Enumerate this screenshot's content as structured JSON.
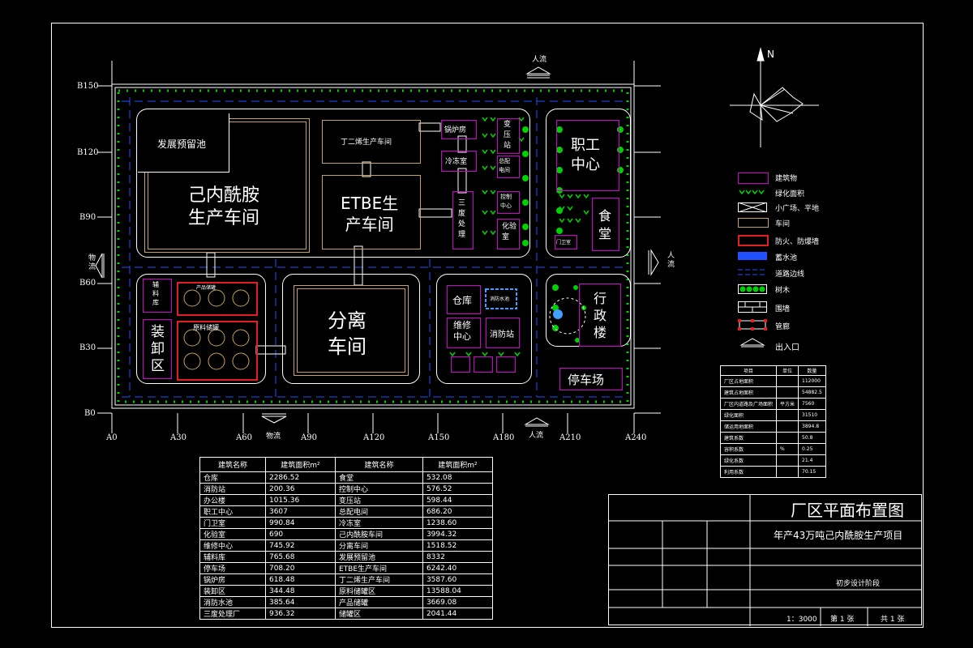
{
  "north": "N",
  "gates": {
    "top": "人流",
    "bottom_left": "物流",
    "bottom_right": "人流",
    "left": "物流",
    "right": "人流"
  },
  "axes": {
    "y": [
      "B150",
      "B120",
      "B90",
      "B60",
      "B30",
      "B0"
    ],
    "x": [
      "A0",
      "A30",
      "A60",
      "A90",
      "A120",
      "A150",
      "A180",
      "A210",
      "A240"
    ]
  },
  "buildings": {
    "reserve_pool": "发展预留池",
    "caprolactam": "己内酰胺\n生产车间",
    "c4_workshop": "丁二烯生产车间",
    "etbe": "ETBE生\n产车间",
    "boiler": "锅炉房",
    "cooling": "冷冻室",
    "substation": "变\n压\n站",
    "distribution": "总配\n电间",
    "control": "控制\n中心",
    "lab": "化验\n室",
    "waste": "三\n废\n处\n理",
    "staff": "职工\n中心",
    "canteen": "食\n堂",
    "guard": "门卫室",
    "loading": "装\n卸\n区",
    "aux_rack": "辅\n料\n库",
    "product_tank": "产品储罐",
    "raw_tank": "原料储罐",
    "separation": "分离\n车间",
    "warehouse": "仓库",
    "repair": "维修\n中心",
    "fire": "消防站",
    "pool": "消防水池",
    "office": "行\n政\n楼",
    "parking": "停车场"
  },
  "legend": [
    {
      "label": "建筑物",
      "kind": "box-magenta"
    },
    {
      "label": "绿化面积",
      "kind": "grass"
    },
    {
      "label": "小广场、平地",
      "kind": "plaza"
    },
    {
      "label": "车间",
      "kind": "box-tan"
    },
    {
      "label": "防火、防爆墙",
      "kind": "box-red"
    },
    {
      "label": "蓄水池",
      "kind": "water"
    },
    {
      "label": "道路边线",
      "kind": "dash-blue"
    },
    {
      "label": "树木",
      "kind": "trees"
    },
    {
      "label": "围墙",
      "kind": "wall"
    },
    {
      "label": "管廊",
      "kind": "pipe"
    },
    {
      "label": "出入口",
      "kind": "gate"
    }
  ],
  "stats_table": {
    "headers": [
      "项目",
      "单位",
      "数量"
    ],
    "rows": [
      [
        "厂区占地面积",
        "",
        "112000"
      ],
      [
        "建筑占地面积",
        "",
        "54882.5"
      ],
      [
        "厂区内道路及广场面积",
        "平方米",
        "7560"
      ],
      [
        "绿化面积",
        "",
        "31510"
      ],
      [
        "储运用地面积",
        "",
        "3894.8"
      ],
      [
        "建筑系数",
        "",
        "50.8"
      ],
      [
        "容积系数",
        "%",
        "0.25"
      ],
      [
        "绿化系数",
        "",
        "21.4"
      ],
      [
        "利用系数",
        "",
        "70.15"
      ]
    ]
  },
  "area_table": {
    "headers": [
      "建筑名称",
      "建筑面积m²",
      "建筑名称",
      "建筑面积m²"
    ],
    "rows": [
      [
        "仓库",
        "2286.52",
        "食堂",
        "532.08"
      ],
      [
        "消防站",
        "200.36",
        "控制中心",
        "576.52"
      ],
      [
        "办公楼",
        "1015.36",
        "变压站",
        "598.44"
      ],
      [
        "职工中心",
        "3607",
        "总配电间",
        "686.20"
      ],
      [
        "门卫室",
        "990.84",
        "冷冻室",
        "1238.60"
      ],
      [
        "化验室",
        "690",
        "己内酰胺车间",
        "3994.32"
      ],
      [
        "维修中心",
        "745.92",
        "分离车间",
        "1518.52"
      ],
      [
        "辅料库",
        "765.68",
        "发展预留池",
        "8332"
      ],
      [
        "停车场",
        "708.20",
        "ETBE生产车间",
        "6242.40"
      ],
      [
        "锅炉房",
        "618.48",
        "丁二烯生产车间",
        "3587.60"
      ],
      [
        "装卸区",
        "344.48",
        "原料储罐区",
        "13588.04"
      ],
      [
        "消防水池",
        "385.64",
        "产品储罐",
        "3669.08"
      ],
      [
        "三废处理厂",
        "936.32",
        "储罐区",
        "2041.44"
      ]
    ]
  },
  "title_block": {
    "title": "厂区平面布置图",
    "project": "年产43万吨己内酰胺生产项目",
    "stage": "初步设计阶段",
    "scale": "1：3000",
    "sheet": "第 1 张",
    "total": "共 1 张"
  },
  "colors": {
    "magenta": "#d000d0",
    "tan": "#c8a060",
    "red": "#e02020",
    "green": "#00d000",
    "blue": "#2050ff",
    "cyan": "#40a0ff"
  }
}
